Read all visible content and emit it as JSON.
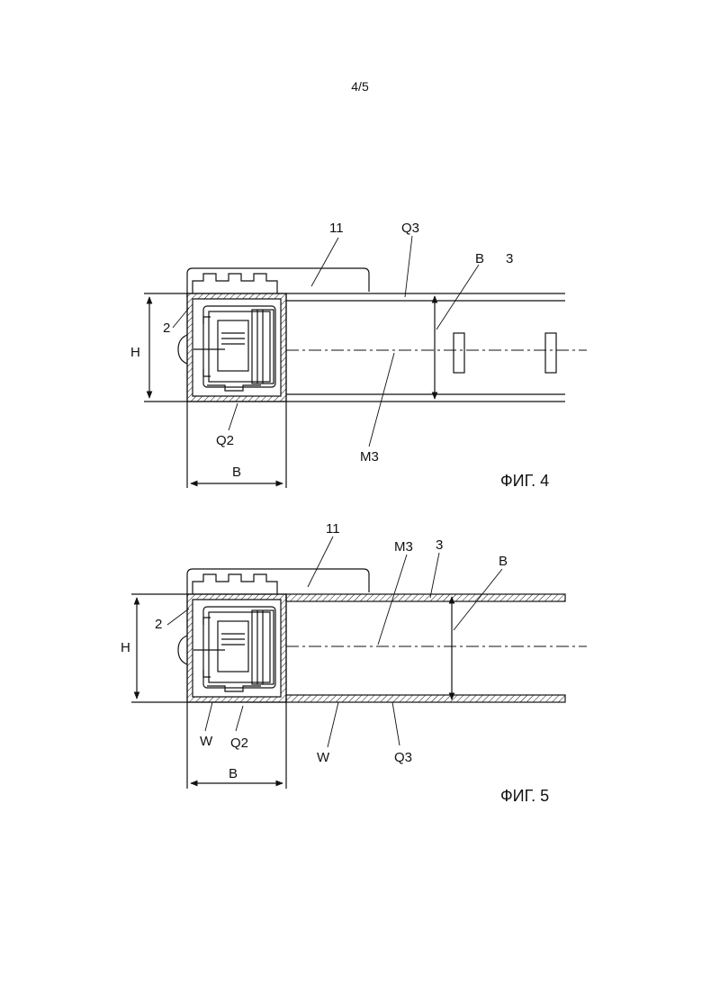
{
  "page_number": "4/5",
  "figure4": {
    "caption": "ФИГ. 4",
    "labels": {
      "l11": "11",
      "q3": "Q3",
      "b_top": "B",
      "l3": "3",
      "l2": "2",
      "h": "H",
      "q2": "Q2",
      "m3": "M3",
      "b_dim": "B"
    }
  },
  "figure5": {
    "caption": "ФИГ. 5",
    "labels": {
      "l11": "11",
      "m3": "M3",
      "l3": "3",
      "b_top": "B",
      "l2": "2",
      "h": "H",
      "w_left": "W",
      "q2": "Q2",
      "w_right": "W",
      "q3": "Q3",
      "b_dim": "B"
    }
  }
}
